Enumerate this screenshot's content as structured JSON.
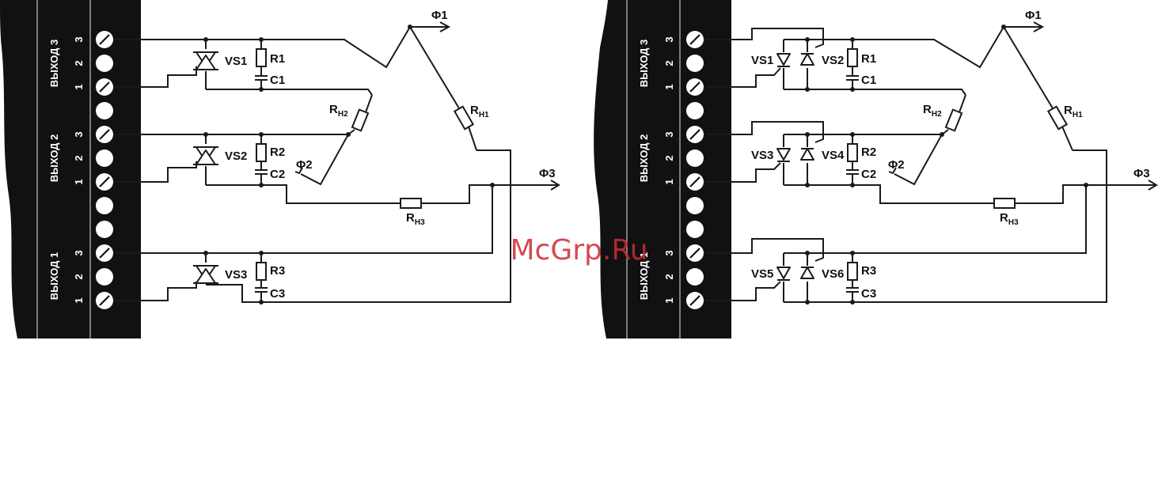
{
  "watermark": {
    "text": "McGrp.Ru",
    "color": "#cc2b34"
  },
  "left_diagram": {
    "board_groups": [
      "ВЫХОД 3",
      "ВЫХОД 2",
      "ВЫХОД 1"
    ],
    "pin_numbers": [
      "3",
      "2",
      "1"
    ],
    "phases": {
      "f1": "Φ1",
      "f2": "Φ2",
      "f3": "Φ3"
    },
    "loads": {
      "rn1": "R",
      "rn1_sub": "Н1",
      "rn2": "R",
      "rn2_sub": "Н2",
      "rn3": "R",
      "rn3_sub": "Н3"
    },
    "channels": [
      {
        "triac": "VS1",
        "resistor": "R1",
        "capacitor": "C1"
      },
      {
        "triac": "VS2",
        "resistor": "R2",
        "capacitor": "C2"
      },
      {
        "triac": "VS3",
        "resistor": "R3",
        "capacitor": "C3"
      }
    ]
  },
  "right_diagram": {
    "board_groups": [
      "ВЫХОД 3",
      "ВЫХОД 2",
      "ВЫХОД 1"
    ],
    "pin_numbers": [
      "3",
      "2",
      "1"
    ],
    "phases": {
      "f1": "Φ1",
      "f2": "Φ2",
      "f3": "Φ3"
    },
    "loads": {
      "rn1": "R",
      "rn1_sub": "Н1",
      "rn2": "R",
      "rn2_sub": "Н2",
      "rn3": "R",
      "rn3_sub": "Н3"
    },
    "channels": [
      {
        "thyristor_a": "VS1",
        "thyristor_b": "VS2",
        "resistor": "R1",
        "capacitor": "C1"
      },
      {
        "thyristor_a": "VS3",
        "thyristor_b": "VS4",
        "resistor": "R2",
        "capacitor": "C2"
      },
      {
        "thyristor_a": "VS5",
        "thyristor_b": "VS6",
        "resistor": "R3",
        "capacitor": "C3"
      }
    ]
  }
}
